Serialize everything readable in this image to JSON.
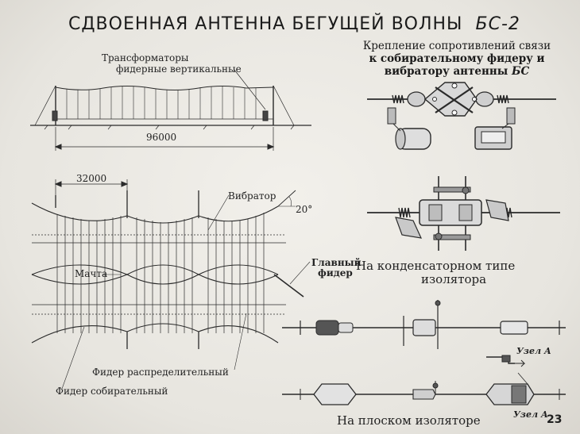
{
  "title": {
    "main": "СДВОЕННАЯ АНТЕННА БЕГУЩЕЙ ВОЛНЫ",
    "model": "БС-2"
  },
  "side_view": {
    "label_line1": "Трансформаторы",
    "label_line2": "фидерные вертикальные",
    "dimension": "96000"
  },
  "plan_view": {
    "dimension": "32000",
    "angle": "20°",
    "vibrator_label": "Вибратор",
    "mast_label": "Мачта",
    "main_feeder_line1": "Главный",
    "main_feeder_line2": "фидер",
    "distribution_feeder_label": "Фидер распределительный",
    "collecting_feeder_label": "Фидер собирательный"
  },
  "right_panel": {
    "heading_line1": "Крепление сопротивлений связи",
    "heading_line2": "к собирательному фидеру и",
    "heading_line3_prefix": "вибратору антенны ",
    "heading_line3_model": "БС",
    "capacitor_caption_line1": "На конденсаторном типе",
    "capacitor_caption_line2": "изолятора",
    "flat_caption": "На плоском изоляторе",
    "node_label_1": "Узел А",
    "node_label_2": "Узел А"
  },
  "page_number": "23"
}
